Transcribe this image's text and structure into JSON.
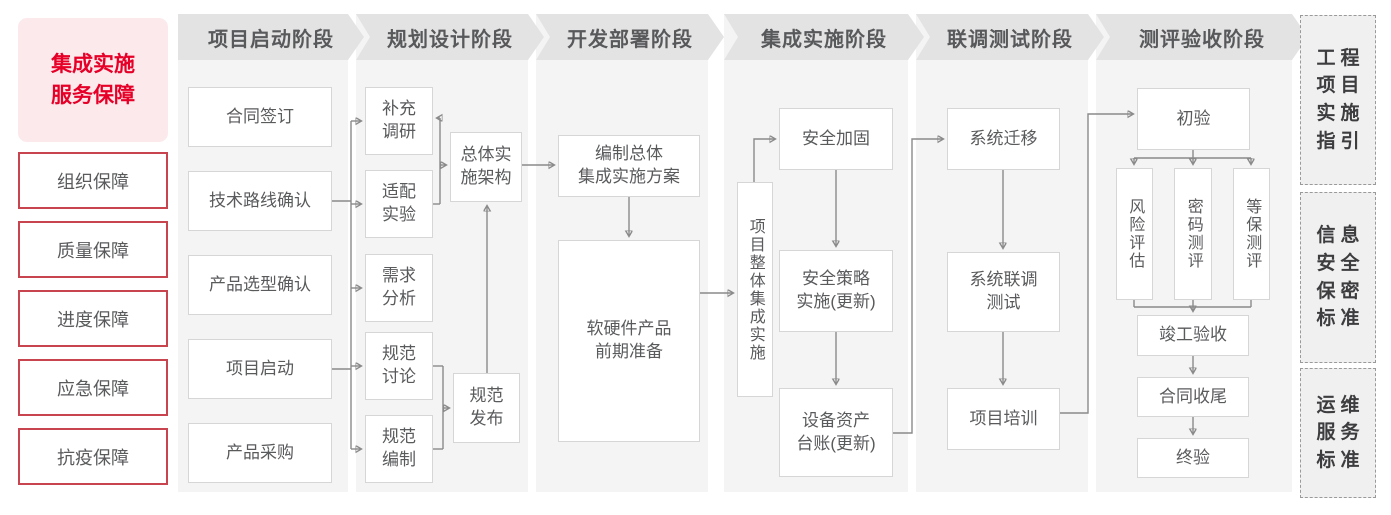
{
  "title": "集成实施\n服务保障",
  "sidebar": {
    "items": [
      {
        "label": "组织保障"
      },
      {
        "label": "质量保障"
      },
      {
        "label": "进度保障"
      },
      {
        "label": "应急保障"
      },
      {
        "label": "抗疫保障"
      }
    ]
  },
  "columns": [
    {
      "header": "项目启动阶段",
      "boxes": {
        "contract_signing": "合同签订",
        "tech_route_confirm": "技术路线确认",
        "product_selection_confirm": "产品选型确认",
        "project_kickoff": "项目启动",
        "product_procurement": "产品采购"
      }
    },
    {
      "header": "规划设计阶段",
      "boxes": {
        "supplementary_research": "补充\n调研",
        "adaptation_test": "适配\n实验",
        "requirement_analysis": "需求\n分析",
        "spec_discussion": "规范\n讨论",
        "spec_compilation": "规范\n编制",
        "overall_architecture": "总体实\n施架构",
        "spec_release": "规范\n发布"
      }
    },
    {
      "header": "开发部署阶段",
      "boxes": {
        "overall_integration_plan": "编制总体\n集成实施方案",
        "hw_sw_preparation": "软硬件产品\n前期准备"
      }
    },
    {
      "header": "集成实施阶段",
      "boxes": {
        "overall_integration_impl": "项目整体集成实施",
        "security_hardening": "安全加固",
        "security_policy_impl": "安全策略\n实施(更新)",
        "asset_ledger_update": "设备资产\n台账(更新)"
      }
    },
    {
      "header": "联调测试阶段",
      "boxes": {
        "system_migration": "系统迁移",
        "system_joint_debugging": "系统联调\n测试",
        "project_training": "项目培训"
      }
    },
    {
      "header": "测评验收阶段",
      "boxes": {
        "preliminary_acceptance": "初验",
        "risk_assessment": "风险评估",
        "crypto_evaluation": "密码测评",
        "classified_protection_evaluation": "等保测评",
        "completion_acceptance": "竣工验收",
        "contract_closure": "合同收尾",
        "final_acceptance": "终验"
      }
    }
  ],
  "standards": [
    {
      "label": "工程\n项目\n实施\n指引"
    },
    {
      "label": "信息\n安全\n保密\n标准"
    },
    {
      "label": "运维\n服务\n标准"
    }
  ],
  "colors": {
    "accent_red": "#e60028",
    "pink_bg": "#fce9ec",
    "guarantee_border_red": "#c84550",
    "phase_header_bg": "#e3e3e4",
    "column_bg": "#f4f4f5",
    "box_border": "#d6d6d6",
    "text_gray": "#595a5c",
    "arrow_gray": "#8a8a8a"
  }
}
